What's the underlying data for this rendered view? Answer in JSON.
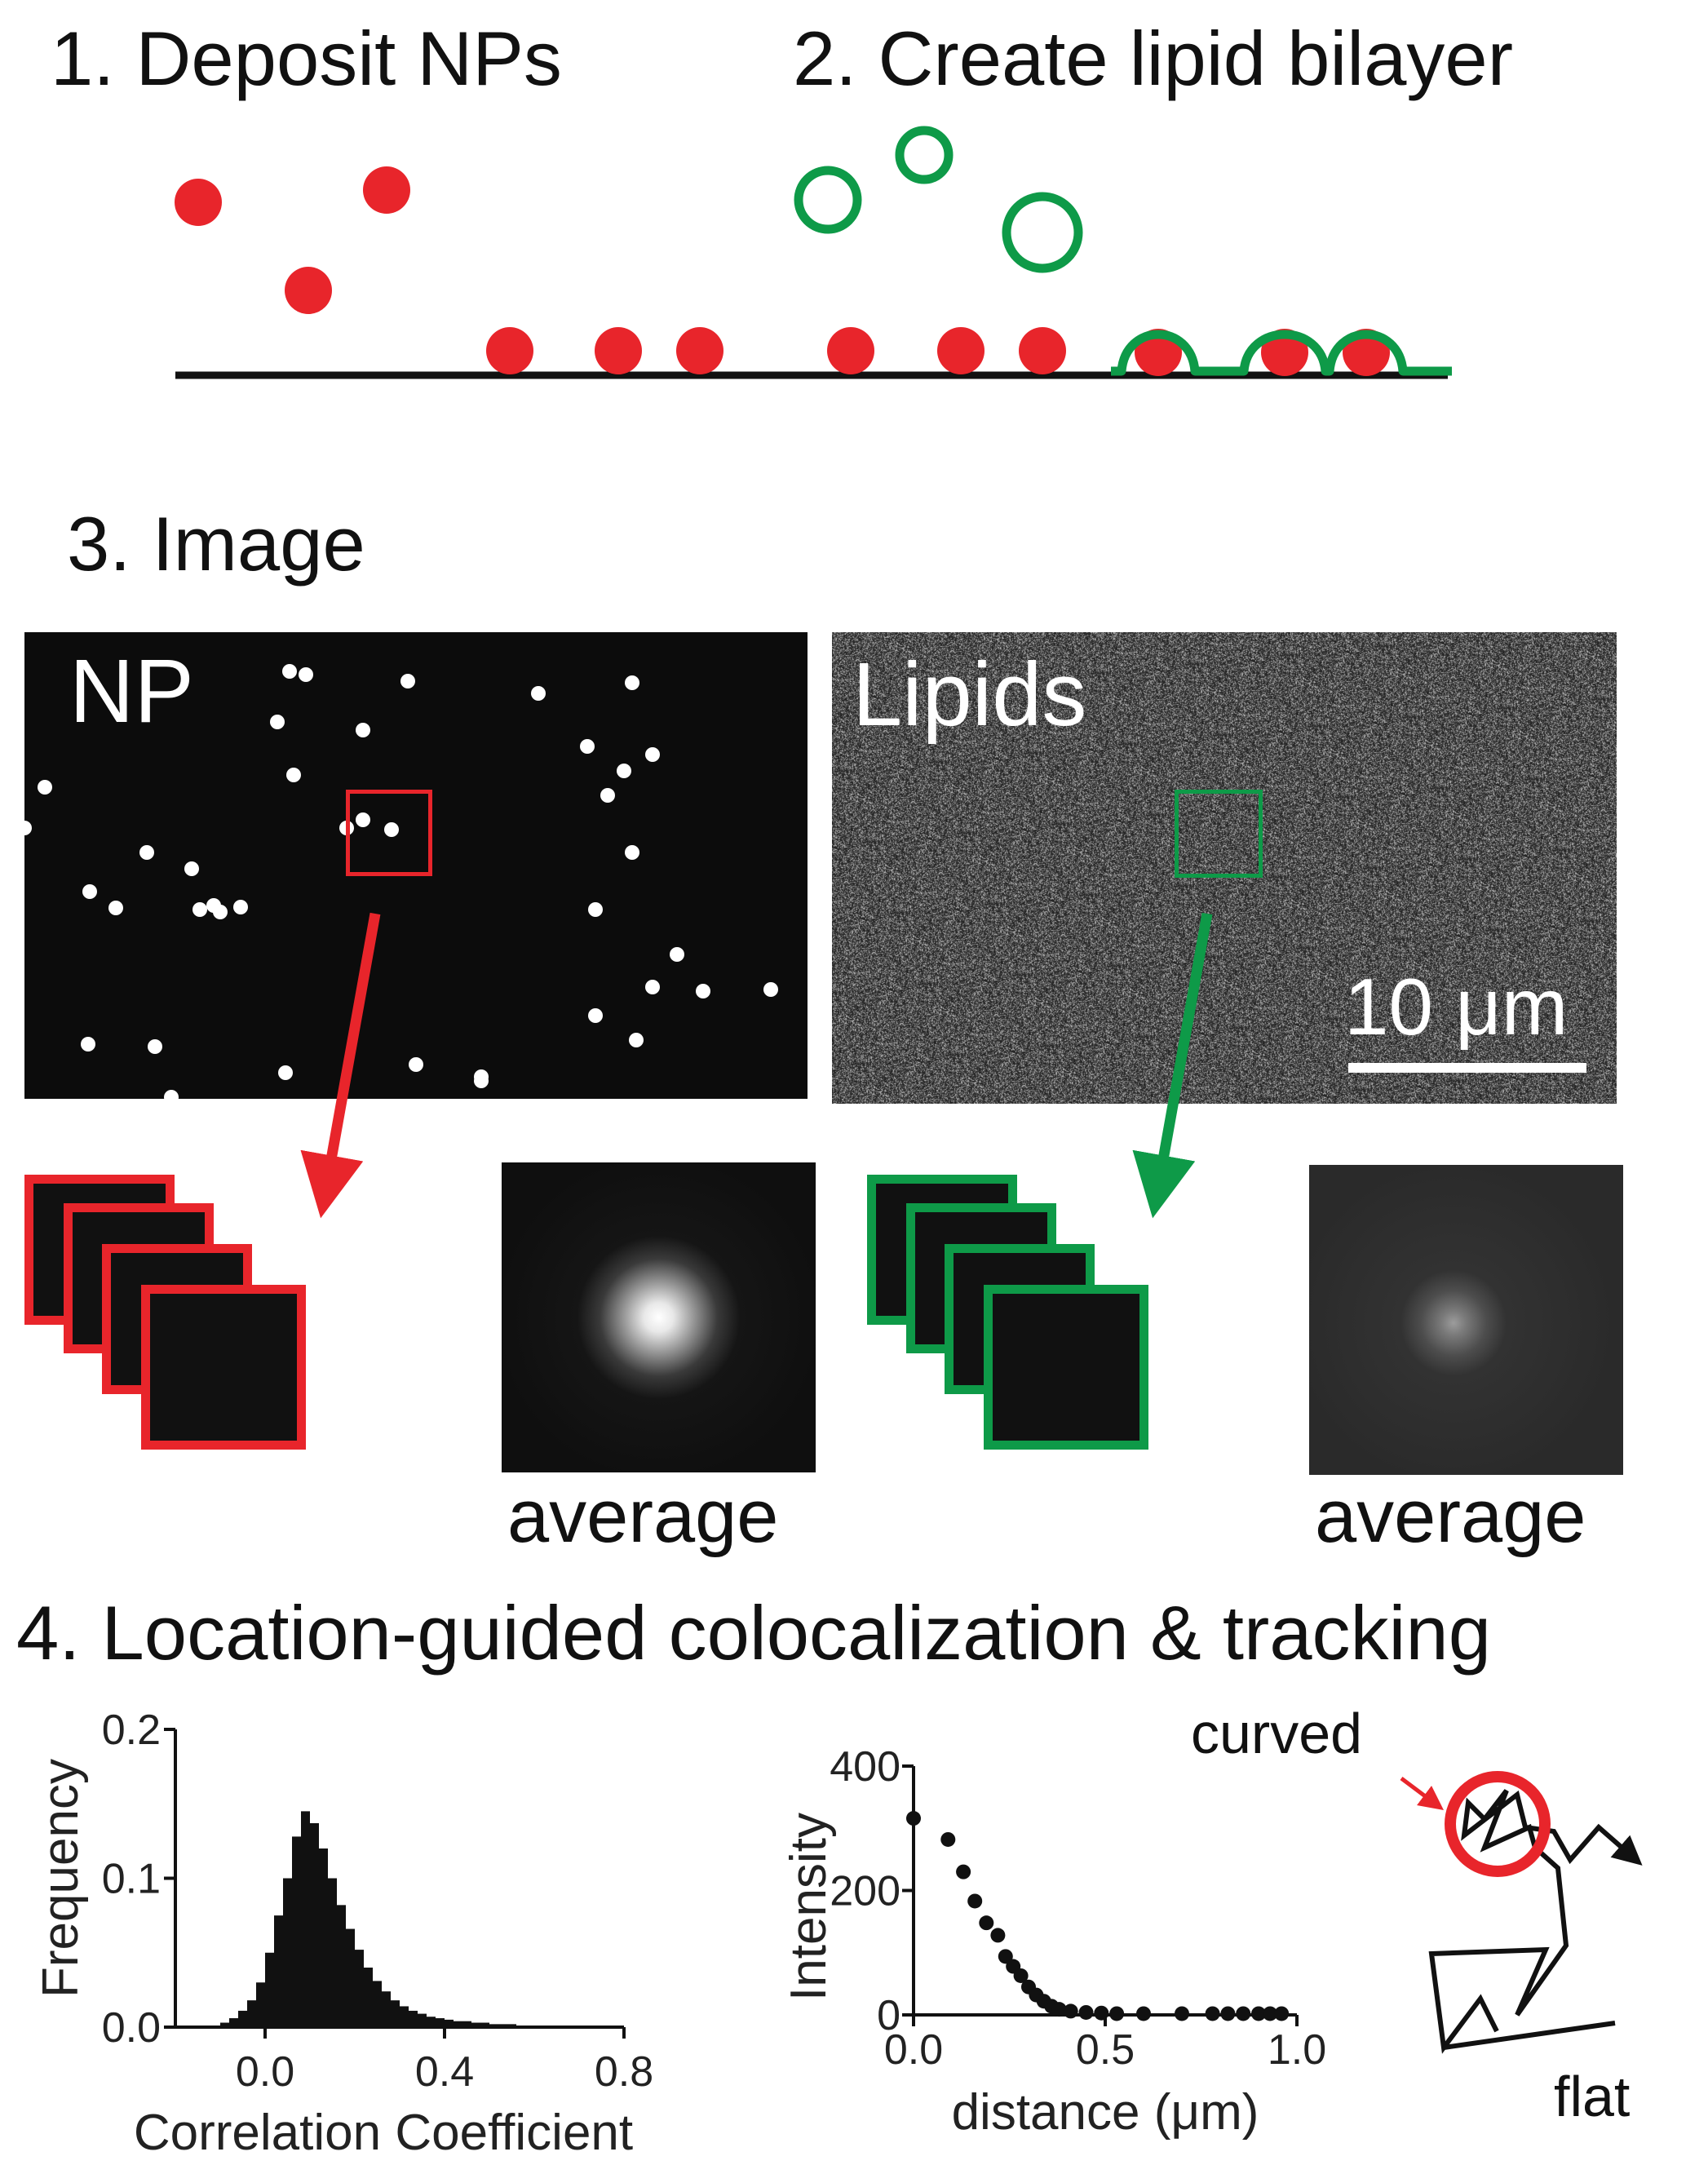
{
  "steps": {
    "step1": "1. Deposit NPs",
    "step2": "2. Create lipid bilayer",
    "step3": "3. Image",
    "step4": "4. Location-guided colocalization & tracking"
  },
  "images": {
    "np_label": "NP",
    "lipids_label": "Lipids",
    "scale_bar": "10 μm",
    "average_left": "average",
    "average_right": "average"
  },
  "colors": {
    "np_red": "#e8252b",
    "lipid_green": "#0e9a48",
    "black": "#111111"
  },
  "trajectory": {
    "curved_label": "curved",
    "flat_label": "flat"
  },
  "chart_data": [
    {
      "type": "bar",
      "title": "",
      "xlabel": "Correlation Coefficient",
      "ylabel": "Frequency",
      "xlim": [
        -0.2,
        0.8
      ],
      "ylim": [
        0.0,
        0.2
      ],
      "xticks": [
        "0.0",
        "0.4",
        "0.8"
      ],
      "yticks": [
        "0.0",
        "0.1",
        "0.2"
      ],
      "bin_width": 0.02,
      "bins_start": -0.12,
      "values": [
        0.001,
        0.003,
        0.006,
        0.011,
        0.018,
        0.03,
        0.05,
        0.075,
        0.1,
        0.128,
        0.145,
        0.137,
        0.12,
        0.1,
        0.082,
        0.066,
        0.052,
        0.04,
        0.031,
        0.024,
        0.018,
        0.014,
        0.011,
        0.009,
        0.007,
        0.006,
        0.005,
        0.004,
        0.004,
        0.003,
        0.003,
        0.002,
        0.002,
        0.002,
        0.001,
        0.001,
        0.001,
        0.001,
        0.001,
        0.001
      ]
    },
    {
      "type": "scatter",
      "title": "",
      "xlabel": "distance (μm)",
      "ylabel": "Intensity",
      "xlim": [
        0.0,
        1.0
      ],
      "ylim": [
        0,
        400
      ],
      "xticks": [
        "0.0",
        "0.5",
        "1.0"
      ],
      "yticks": [
        "0",
        "200",
        "400"
      ],
      "x": [
        0.0,
        0.09,
        0.13,
        0.16,
        0.19,
        0.22,
        0.24,
        0.26,
        0.28,
        0.3,
        0.32,
        0.34,
        0.36,
        0.38,
        0.41,
        0.45,
        0.49,
        0.53,
        0.6,
        0.7,
        0.78,
        0.82,
        0.86,
        0.9,
        0.93,
        0.96
      ],
      "y": [
        316,
        282,
        230,
        183,
        148,
        128,
        94,
        78,
        63,
        45,
        32,
        22,
        14,
        9,
        6,
        4,
        3,
        2,
        2,
        2,
        2,
        2,
        2,
        2,
        2,
        2
      ]
    }
  ]
}
